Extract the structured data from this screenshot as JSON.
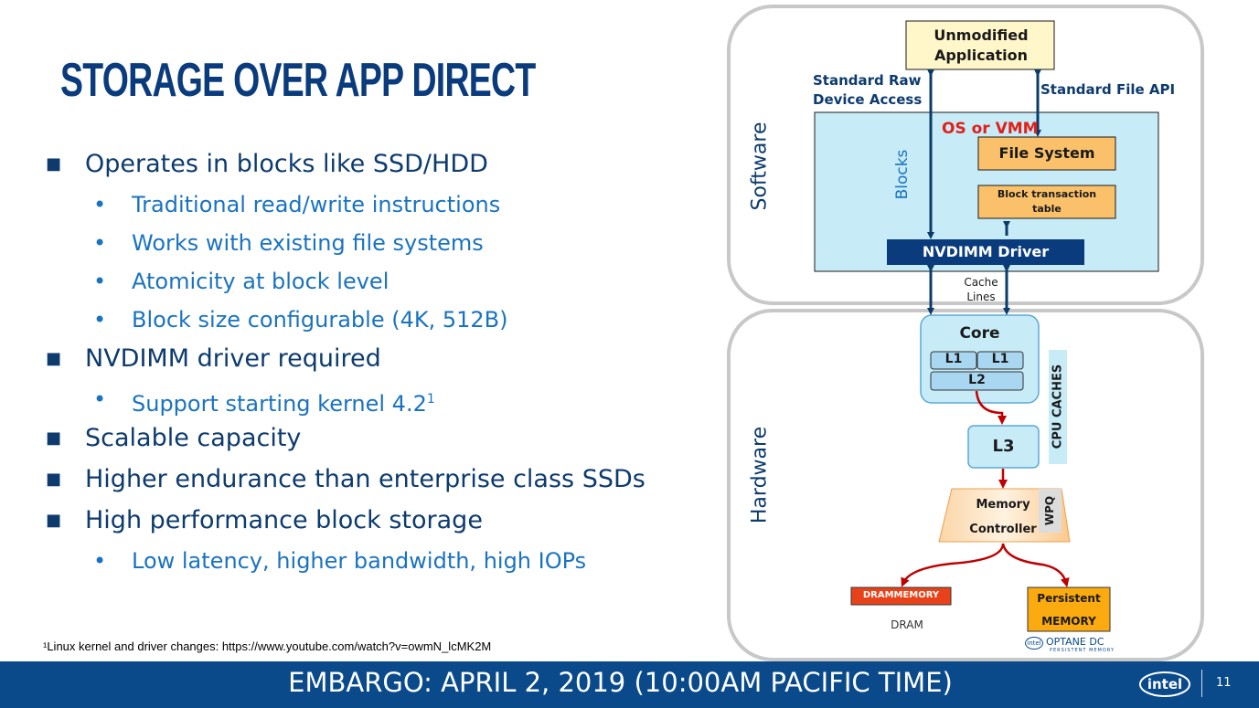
{
  "slide": {
    "title": "STORAGE OVER APP DIRECT",
    "bullets": [
      {
        "level": 1,
        "text": "Operates in blocks like SSD/HDD"
      },
      {
        "level": 2,
        "text": "Traditional read/write instructions"
      },
      {
        "level": 2,
        "text": "Works with existing file systems"
      },
      {
        "level": 2,
        "text": "Atomicity at block level"
      },
      {
        "level": 2,
        "text": "Block size configurable (4K, 512B)"
      },
      {
        "level": 1,
        "text": "NVDIMM driver required"
      },
      {
        "level": 2,
        "text": "Support starting kernel 4.2",
        "sup": "1"
      },
      {
        "level": 1,
        "text": "Scalable capacity"
      },
      {
        "level": 1,
        "text": "Higher endurance than enterprise class SSDs"
      },
      {
        "level": 1,
        "text": "High performance block storage"
      },
      {
        "level": 2,
        "text": "Low latency, higher bandwidth, high IOPs"
      }
    ],
    "footnote": "¹Linux kernel and driver changes: https://www.youtube.com/watch?v=owmN_lcMK2M",
    "embargo": "EMBARGO: APRIL 2, 2019 (10:00AM PACIFIC TIME)",
    "page_number": "11",
    "logo_text": "intel"
  },
  "diagram": {
    "software_label": "Software",
    "hardware_label": "Hardware",
    "app_box": "Unmodified Application",
    "raw_access_label_line1": "Standard Raw",
    "raw_access_label_line2": "Device Access",
    "file_api_label": "Standard File API",
    "os_label": "OS or VMM",
    "blocks_label": "Blocks",
    "file_system": "File System",
    "btt_line1": "Block transaction",
    "btt_line2": "table",
    "nvdimm_driver": "NVDIMM Driver",
    "cache_lines_line1": "Cache",
    "cache_lines_line2": "Lines",
    "core": "Core",
    "l1a": "L1",
    "l1b": "L1",
    "l2": "L2",
    "l3": "L3",
    "cpu_caches": "CPU CACHES",
    "mc_line1": "Memory",
    "mc_line2": "Controller",
    "wpq": "WPQ",
    "dram_box": "DRAMMEMORY",
    "dram_caption": "DRAM",
    "pmem_line1": "Persistent",
    "pmem_line2": "MEMORY",
    "optane_logo": "OPTANE DC",
    "optane_sub": "PERSISTENT MEMORY",
    "colors": {
      "brand_blue": "#0a4a8b",
      "title_blue": "#0a3c7d",
      "sub_bullet_blue": "#1a73c0",
      "os_red": "#e0201a",
      "arrow_dark": "#0a3c6b",
      "arrow_red": "#c00000",
      "orange_box": "#fbc16a",
      "light_blue": "#c7ebf7"
    }
  }
}
